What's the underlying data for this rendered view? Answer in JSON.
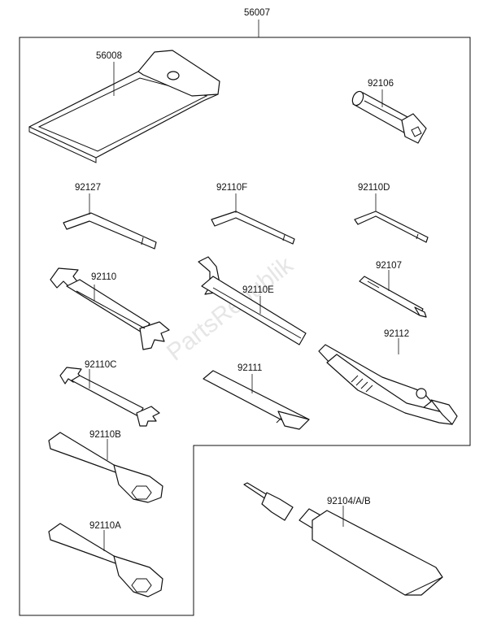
{
  "assembly_label": "56007",
  "watermark": "PartsRepublik",
  "parts": {
    "pouch": "56008",
    "plug_wrench": "92106",
    "hex_key_large": "92127",
    "hex_key_mid": "92110F",
    "hex_key_small": "92110D",
    "open_wrench": "92110",
    "hook_spanner": "92110E",
    "screwdriver": "92107",
    "small_wrench": "92110C",
    "handle": "92111",
    "pliers": "92112",
    "ring_wrench_b": "92110B",
    "ring_wrench_a": "92110A",
    "grease": "92104/A/B"
  }
}
